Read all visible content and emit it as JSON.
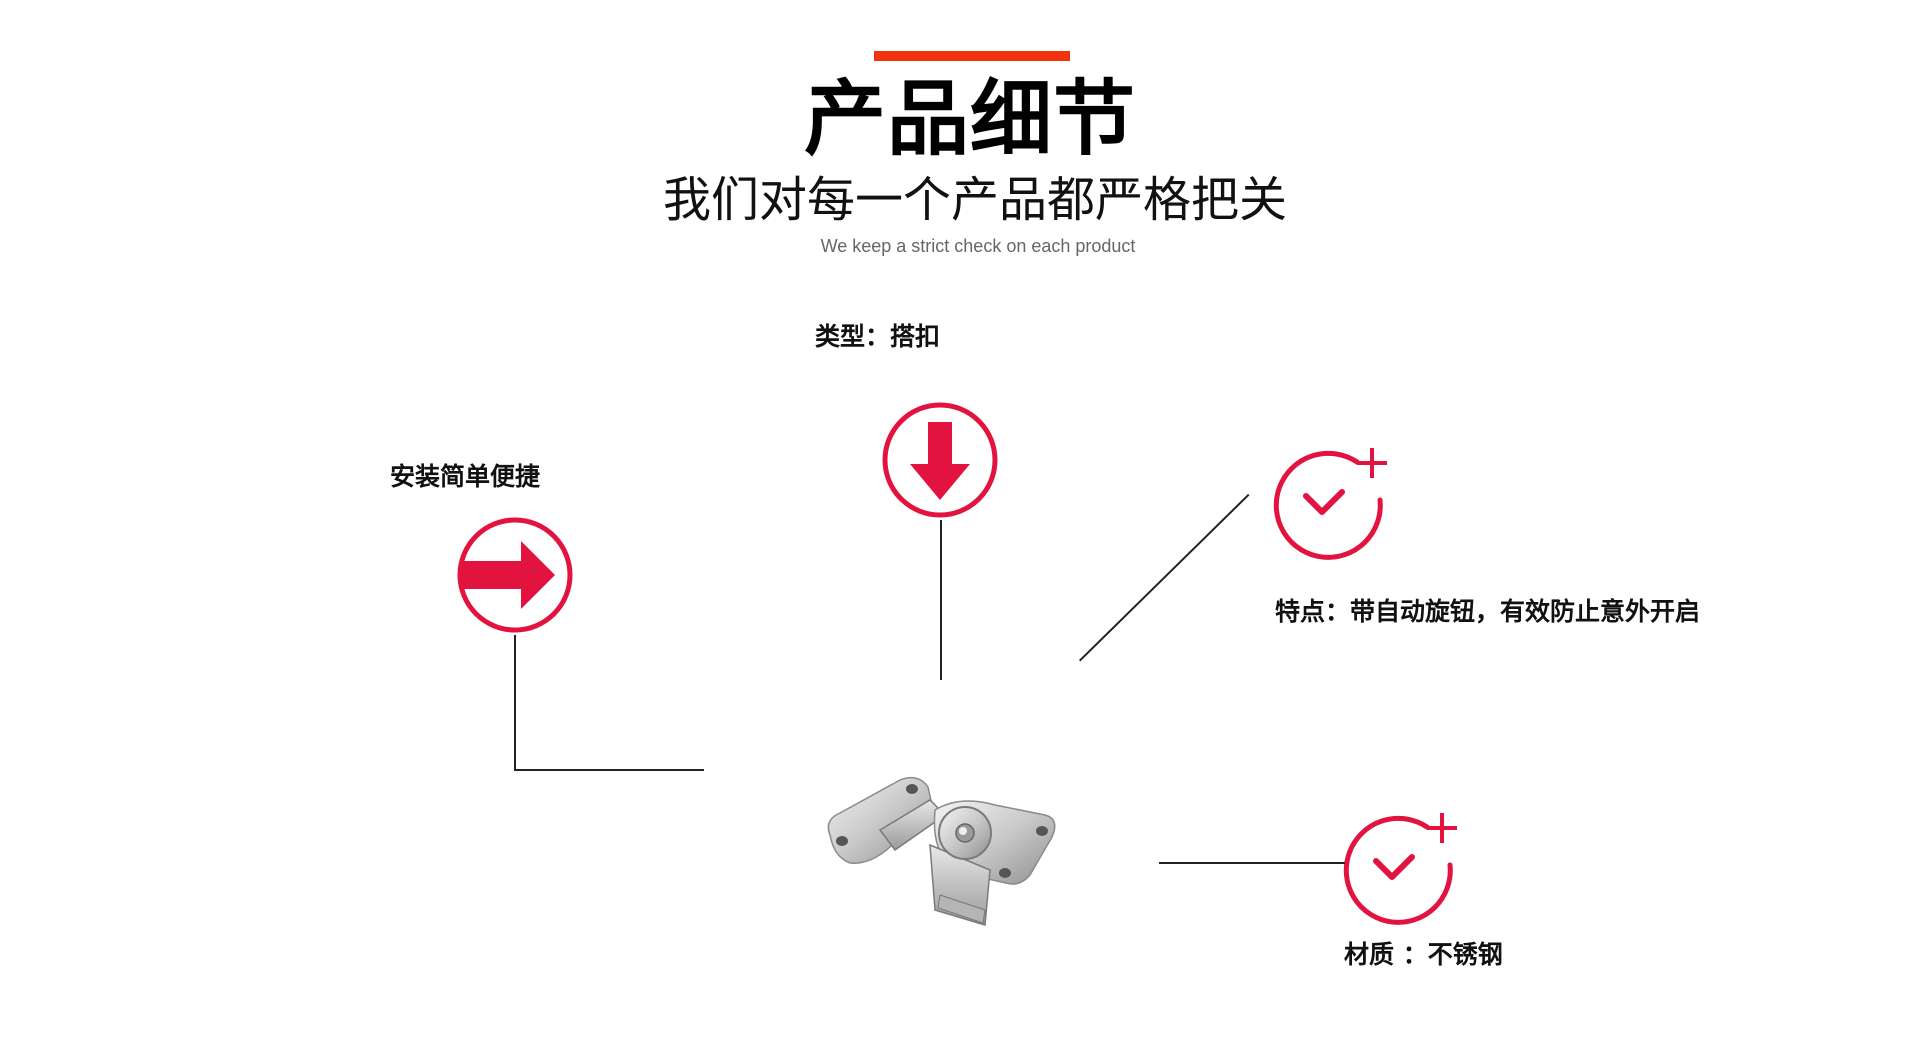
{
  "header": {
    "title": "产品细节",
    "subtitle": "我们对每一个产品都严格把关",
    "subtitle_en": "We keep a strict check on each product"
  },
  "features": {
    "type": "类型：搭扣",
    "install": "安装简单便捷",
    "feature": "特点：带自动旋钮，有效防止意外开启",
    "material": "材质 ：不锈钢"
  },
  "colors": {
    "accent_bar": "#f2330d",
    "icon_red": "#e2133f",
    "line": "#222222"
  },
  "icons": {
    "type": "down-arrow-circle-icon",
    "install": "right-arrow-circle-icon",
    "feature": "clock-plus-icon",
    "material": "clock-plus-icon",
    "product": "latch-product-image"
  }
}
